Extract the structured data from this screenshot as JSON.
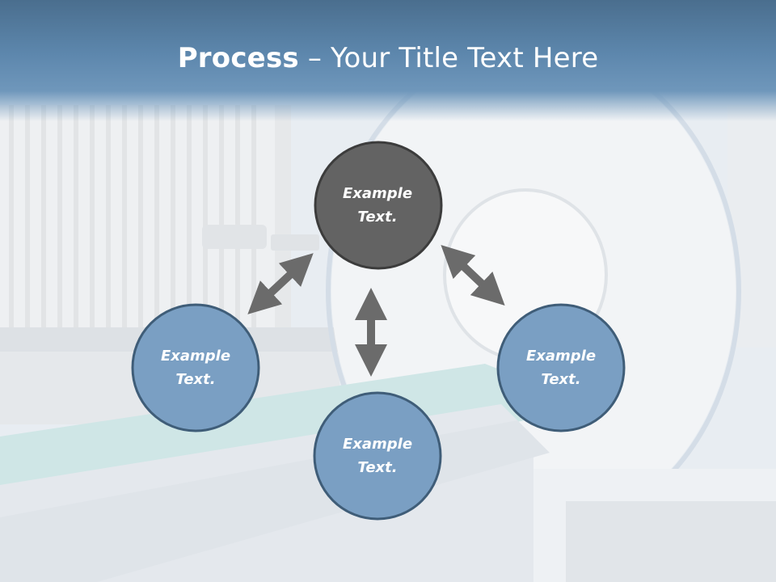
{
  "slide": {
    "title_bold": "Process",
    "title_rest": " – Your Title Text Here"
  },
  "nodes": [
    {
      "id": "top",
      "line1": "Example",
      "line2": "Text.",
      "fill": "#636363"
    },
    {
      "id": "left",
      "line1": "Example",
      "line2": "Text.",
      "fill": "#7a9fc3"
    },
    {
      "id": "bottom",
      "line1": "Example",
      "line2": "Text.",
      "fill": "#7a9fc3"
    },
    {
      "id": "right",
      "line1": "Example",
      "line2": "Text.",
      "fill": "#7a9fc3"
    }
  ],
  "colors": {
    "header": "#5d87ad",
    "node_stroke": "#3f5d78",
    "center_node": "#636363",
    "outer_node": "#7a9fc3",
    "arrow": "#6b6b6b"
  }
}
